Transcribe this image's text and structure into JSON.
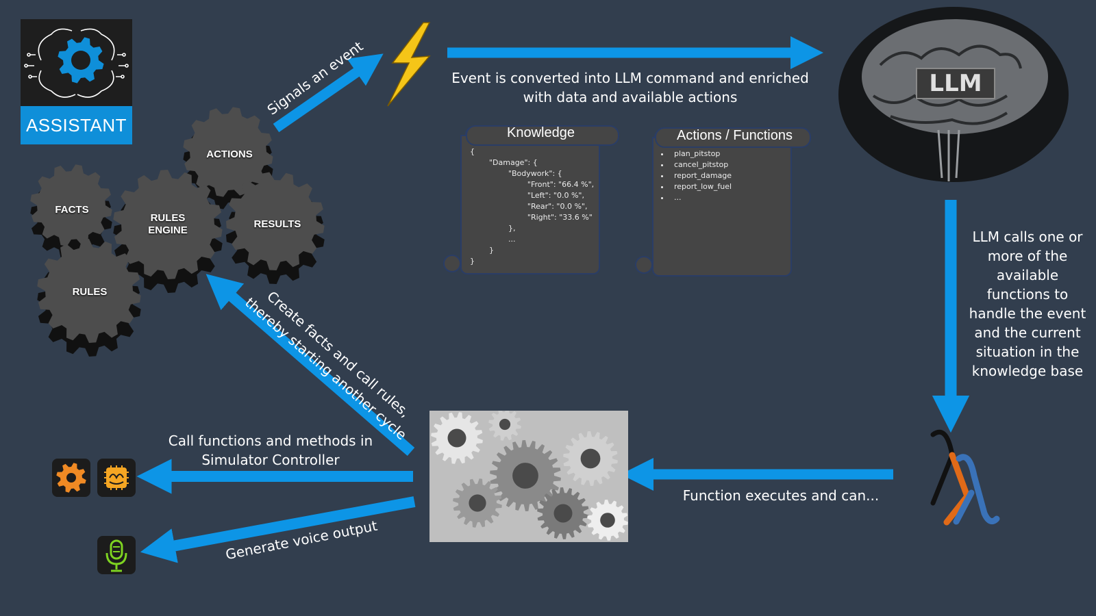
{
  "logo": {
    "text": "ASSISTANT",
    "icon": "brain-gear-icon",
    "accent": "#0f8fd9"
  },
  "gears": {
    "actions": "ACTIONS",
    "facts": "FACTS",
    "rules_engine_line1": "RULES",
    "rules_engine_line2": "ENGINE",
    "results": "RESULTS",
    "rules": "RULES"
  },
  "captions": {
    "signals": "Signals an event",
    "event_line1": "Event is converted into LLM command and enriched",
    "event_line2": "with data and available actions",
    "llm_calls": [
      "LLM calls one or",
      "more of the",
      "available",
      "functions to",
      "handle the event",
      "and the current",
      "situation in the",
      "knowledge base"
    ],
    "function_executes": "Function executes and can...",
    "create_facts_line1": "Create facts and call rules,",
    "create_facts_line2": "thereby starting another cycle",
    "call_functions_line1": "Call functions and methods in",
    "call_functions_line2": "Simulator Controller",
    "voice": "Generate voice output"
  },
  "knowledge": {
    "title": "Knowledge",
    "code_lines": [
      "{",
      "        \"Damage\": {",
      "                \"Bodywork\": {",
      "                        \"Front\": \"66.4 %\",",
      "                        \"Left\": \"0.0 %\",",
      "                        \"Rear\": \"0.0 %\",",
      "                        \"Right\": \"33.6 %\"",
      "                },",
      "                ...",
      "        }",
      "}"
    ]
  },
  "actions_functions": {
    "title": "Actions / Functions",
    "items": [
      "plan_pitstop",
      "cancel_pitstop",
      "report_damage",
      "report_low_fuel",
      "..."
    ]
  },
  "llm": {
    "label": "LLM",
    "icon": "brain-icon"
  },
  "icons": {
    "bolt": "lightning-bolt-icon",
    "function_logo": "lambda-logo-icon",
    "controller_gear": "gear-icon",
    "controller_brain": "brain-chip-icon",
    "voice": "microphone-icon",
    "machinery": "machinery-gears-photo"
  },
  "colors": {
    "background": "#323e4e",
    "arrow": "#0d95e6",
    "bolt": "#f5c518",
    "orange": "#f08a24",
    "green": "#7ed321",
    "gear": "#4a4a4a"
  }
}
